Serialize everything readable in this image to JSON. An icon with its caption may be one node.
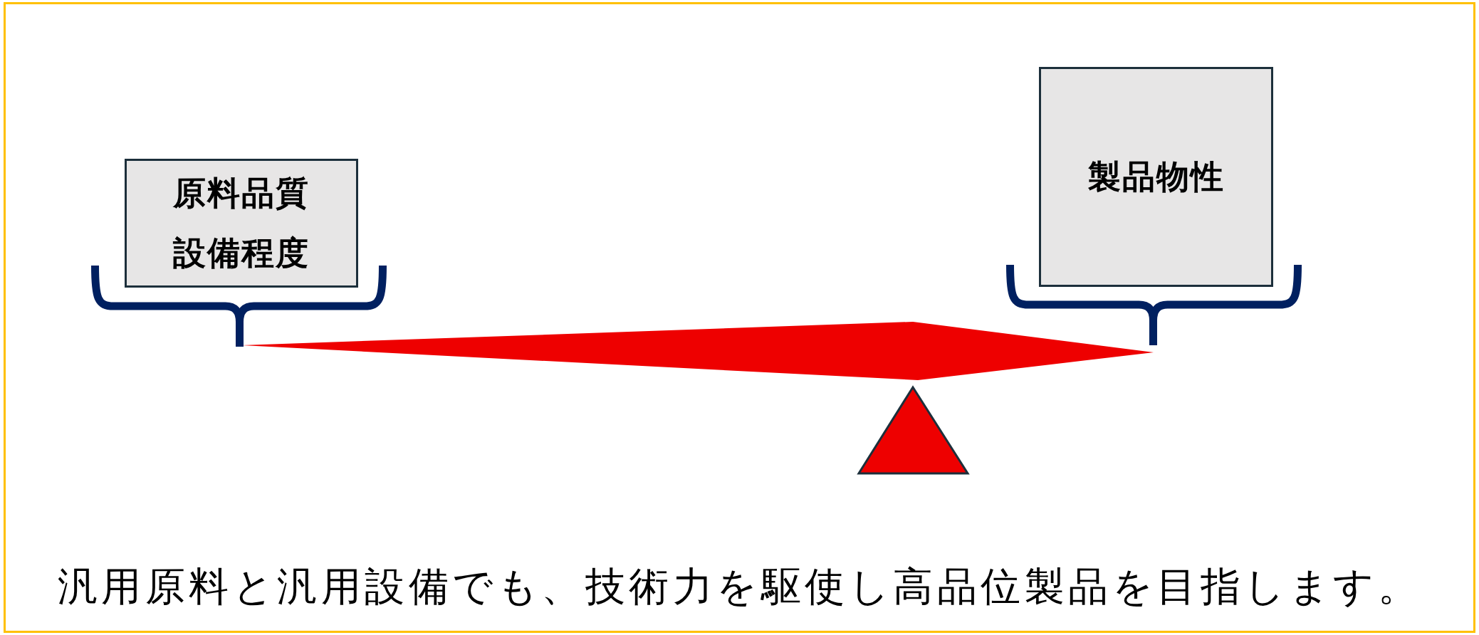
{
  "diagram": {
    "nodes": [
      {
        "text": [
          "原料品質",
          "設備程度"
        ]
      },
      {
        "text": [
          "製品物性"
        ]
      }
    ],
    "caption": "汎用原料と汎用設備でも、技術力を駆使し高品位製品を目指します。"
  }
}
